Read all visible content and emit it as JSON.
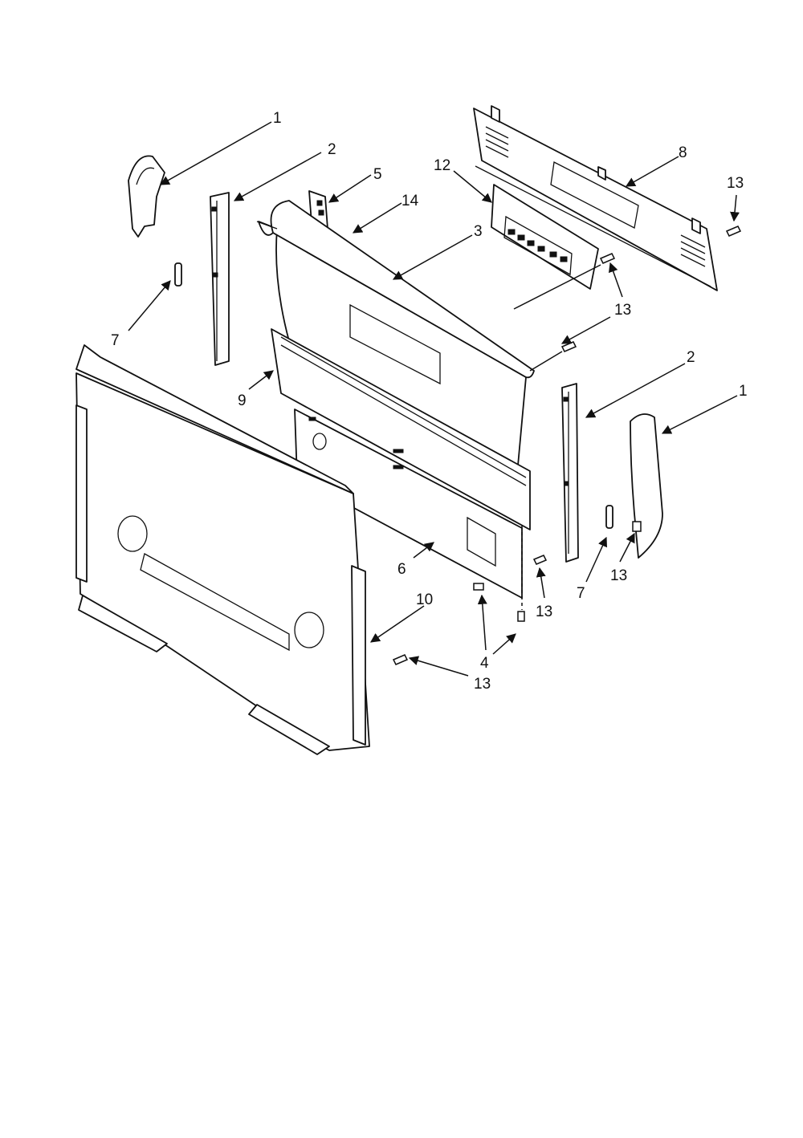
{
  "callouts": [
    {
      "id": "c1a",
      "label": "1"
    },
    {
      "id": "c2a",
      "label": "2"
    },
    {
      "id": "c5",
      "label": "5"
    },
    {
      "id": "c14",
      "label": "14"
    },
    {
      "id": "c12",
      "label": "12"
    },
    {
      "id": "c3",
      "label": "3"
    },
    {
      "id": "c8",
      "label": "8"
    },
    {
      "id": "c13a",
      "label": "13"
    },
    {
      "id": "c13b",
      "label": "13"
    },
    {
      "id": "c7a",
      "label": "7"
    },
    {
      "id": "c9",
      "label": "9"
    },
    {
      "id": "c2b",
      "label": "2"
    },
    {
      "id": "c1b",
      "label": "1"
    },
    {
      "id": "c6",
      "label": "6"
    },
    {
      "id": "c7b",
      "label": "7"
    },
    {
      "id": "c13c",
      "label": "13"
    },
    {
      "id": "c13d",
      "label": "13"
    },
    {
      "id": "c10",
      "label": "10"
    },
    {
      "id": "c4",
      "label": "4"
    },
    {
      "id": "c13e",
      "label": "13"
    }
  ]
}
